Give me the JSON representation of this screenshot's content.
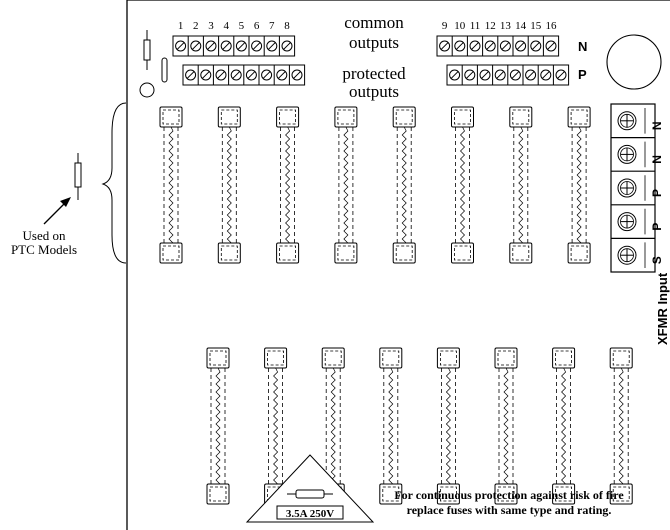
{
  "labels": {
    "common_outputs": [
      "common",
      "outputs"
    ],
    "protected_outputs": [
      "protected",
      "outputs"
    ],
    "row_n": "N",
    "row_p": "P",
    "used_on": [
      "Used on",
      "PTC Models"
    ],
    "warning": [
      "For continuous protection against risk of fire",
      "replace fuses with same type and rating."
    ],
    "fuse_rating": "3.5A 250V",
    "xfmr_input": "XFMR Input"
  },
  "common_numbers_left": [
    "1",
    "2",
    "3",
    "4",
    "5",
    "6",
    "7",
    "8"
  ],
  "common_numbers_right": [
    "9",
    "10",
    "11",
    "12",
    "13",
    "14",
    "15",
    "16"
  ],
  "xfmr_terminals": [
    "N",
    "N",
    "P",
    "P",
    "S"
  ],
  "fuse_rows": {
    "top_count": 8,
    "bottom_count": 8
  }
}
